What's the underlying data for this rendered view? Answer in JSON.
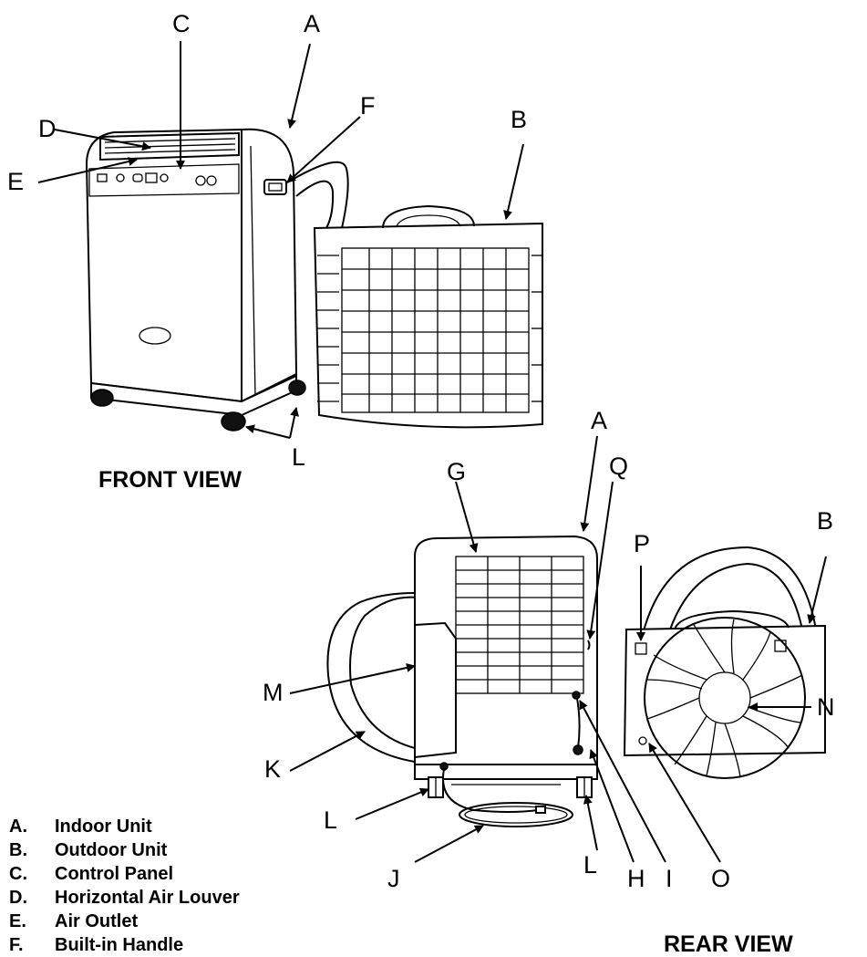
{
  "views": {
    "front_title": "FRONT VIEW",
    "rear_title": "REAR VIEW"
  },
  "callouts": {
    "front": {
      "A": "A",
      "B": "B",
      "C": "C",
      "D": "D",
      "E": "E",
      "F": "F",
      "L": "L"
    },
    "rear": {
      "A": "A",
      "B": "B",
      "G": "G",
      "H": "H",
      "I": "I",
      "J": "J",
      "K": "K",
      "L1": "L",
      "L2": "L",
      "M": "M",
      "N": "N",
      "O": "O",
      "P": "P",
      "Q": "Q"
    }
  },
  "legend": [
    {
      "letter": "A.",
      "label": "Indoor Unit"
    },
    {
      "letter": "B.",
      "label": "Outdoor Unit"
    },
    {
      "letter": "C.",
      "label": "Control Panel"
    },
    {
      "letter": "D.",
      "label": "Horizontal Air Louver"
    },
    {
      "letter": "E.",
      "label": "Air Outlet"
    },
    {
      "letter": "F.",
      "label": "Built-in Handle"
    }
  ]
}
